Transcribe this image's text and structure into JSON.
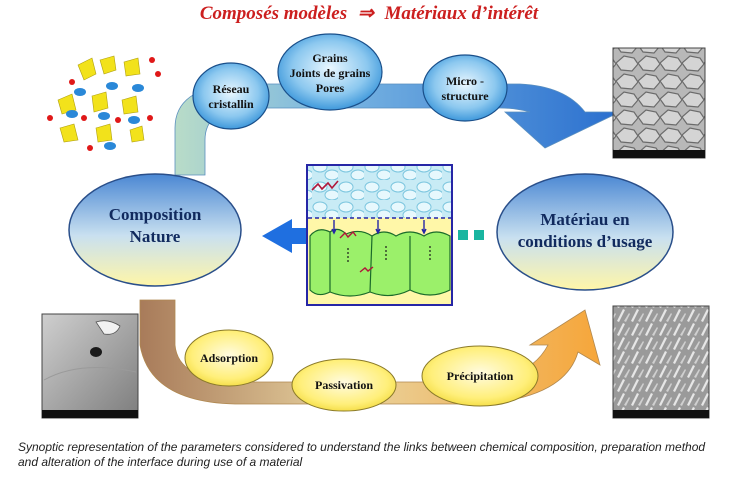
{
  "title": {
    "left": "Composés modèles",
    "arrow": "⇒",
    "right": "Matériaux d’intérêt"
  },
  "nodes": {
    "composition": [
      "Composition",
      "Nature"
    ],
    "materiau": [
      "Matériau en",
      "conditions d’usage"
    ],
    "reseau": [
      "Réseau",
      "cristallin"
    ],
    "grains": [
      "Grains",
      "Joints de grains",
      "Pores"
    ],
    "microstructure": [
      "Micro -",
      "structure"
    ],
    "adsorption": "Adsorption",
    "passivation": "Passivation",
    "precipitation": "Précipitation"
  },
  "caption": "Synoptic representation of the parameters considered to understand the links between chemical composition, preparation method and alteration of the interface during use of a material",
  "colors": {
    "title": "#cc1f1f",
    "big_node_top": "#3e7fcf",
    "big_node_bottom": "#fff6a8",
    "small_node": "#2b8cd6",
    "small_node_light": "#dff3ff",
    "bottom_node": "#ffe85a",
    "arrow_top": "#2a6fcf",
    "arrow_bottom": "#f6a63a",
    "center_arrow": "#1f6fe0",
    "teal_dash": "#19b5a0"
  },
  "images": {
    "crystal_structure": "crystal-structure-image",
    "sem_top_right": "sem-grains-image",
    "sem_bottom_left": "sem-surface-image",
    "sem_bottom_right": "sem-crystals-image",
    "interface": "interface-schematic-image"
  }
}
